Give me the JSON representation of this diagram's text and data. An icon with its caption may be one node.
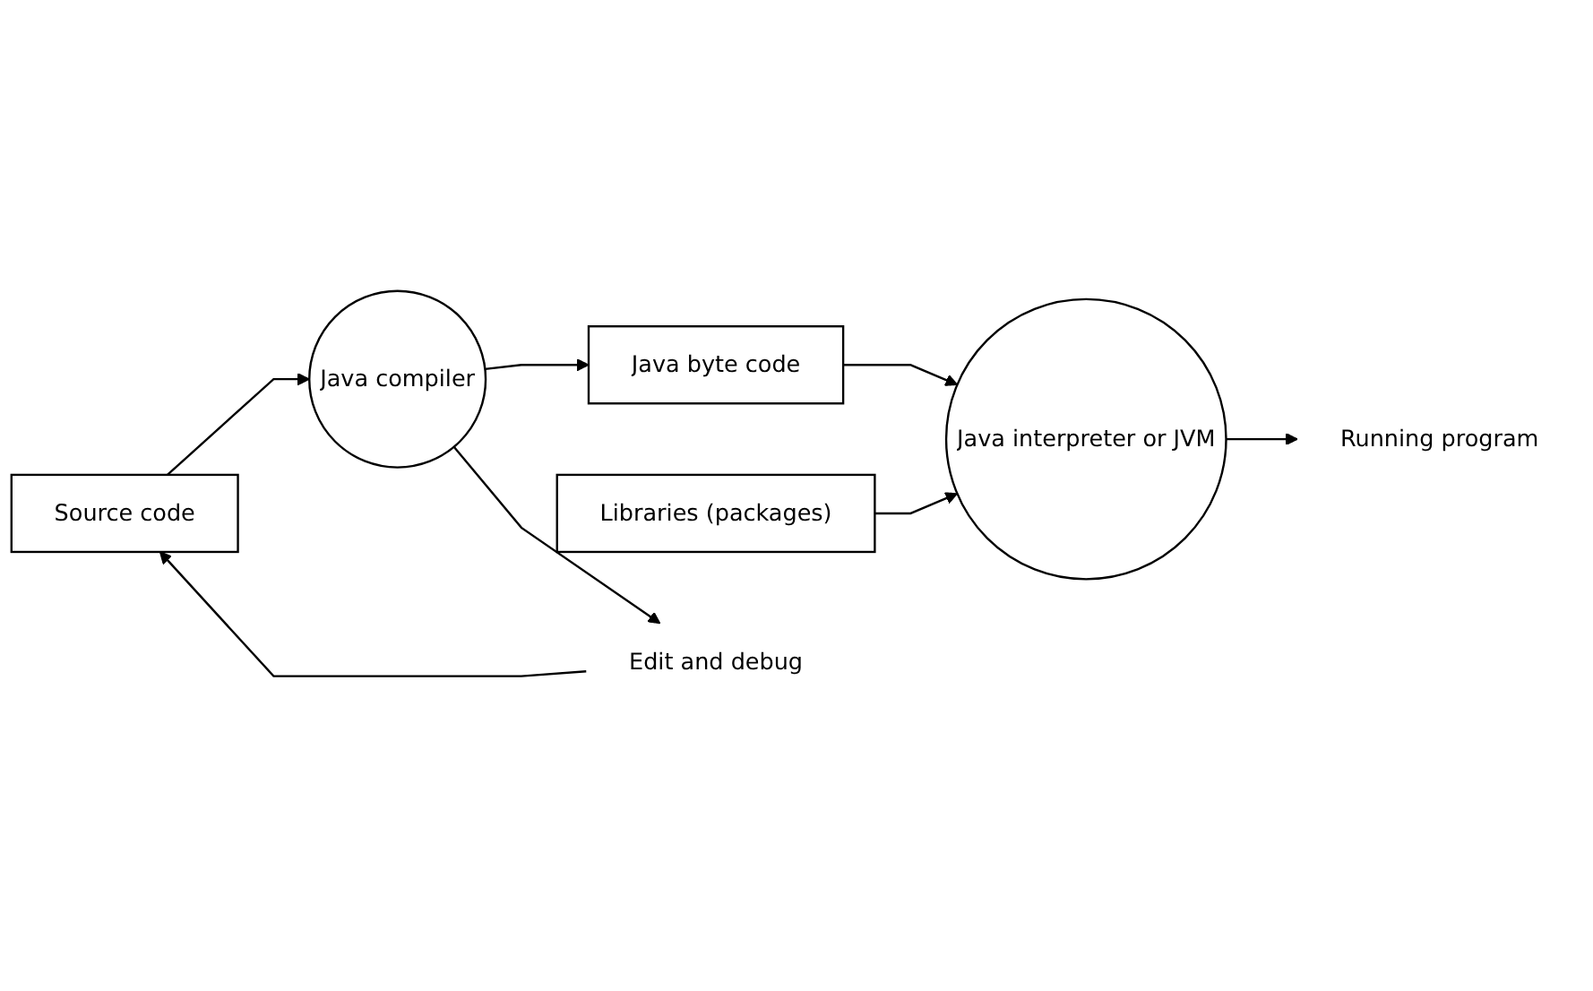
{
  "diagram": {
    "nodes": [
      {
        "text": [
          "Source code"
        ]
      },
      {
        "text": [
          "Java compiler"
        ]
      },
      {
        "text": [
          "Java byte code"
        ]
      },
      {
        "text": [
          "Java interpreter or JVM"
        ]
      },
      {
        "text": [
          "Running program"
        ]
      },
      {
        "text": [
          "Libraries (packages)"
        ]
      },
      {
        "text": [
          "Edit and debug"
        ]
      }
    ],
    "edges": [
      {
        "from": 0,
        "to": 1,
        "arrow": "to"
      },
      {
        "from": 1,
        "to": 2,
        "arrow": "to"
      },
      {
        "from": 2,
        "to": 3,
        "arrow": "to"
      },
      {
        "from": 3,
        "to": 4,
        "arrow": "to"
      },
      {
        "from": 1,
        "to": 6,
        "arrow": "to"
      },
      {
        "from": 6,
        "to": 0,
        "arrow": "to"
      },
      {
        "from": 5,
        "to": 3,
        "arrow": "to"
      }
    ]
  }
}
